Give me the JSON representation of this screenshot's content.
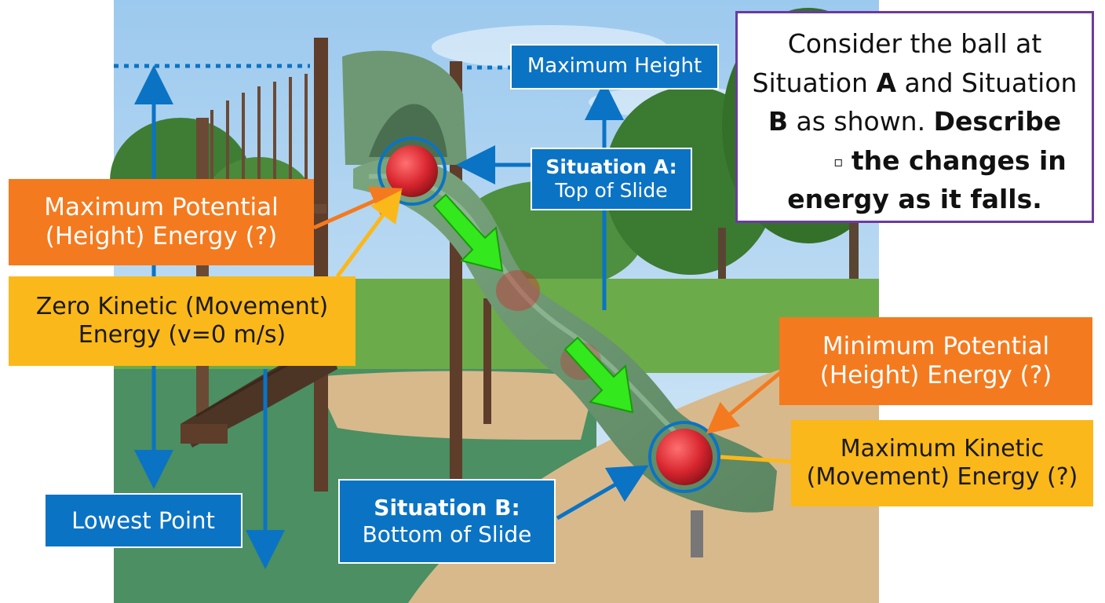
{
  "labels": {
    "max_height": "Maximum Height",
    "situation_a_title": "Situation A:",
    "situation_a_sub": "Top of Slide",
    "max_potential_l1": "Maximum Potential",
    "max_potential_l2": "(Height) Energy (?)",
    "zero_kinetic_l1": "Zero Kinetic (Movement)",
    "zero_kinetic_l2": "Energy (v=0 m/s)",
    "lowest_point": "Lowest Point",
    "situation_b_title": "Situation B:",
    "situation_b_sub": "Bottom of Slide",
    "min_potential_l1": "Minimum Potential",
    "min_potential_l2": "(Height) Energy (?)",
    "max_kinetic_l1": "Maximum Kinetic",
    "max_kinetic_l2": "(Movement) Energy (?)"
  },
  "question": {
    "line1": "Consider the ball at",
    "line2_pre": "Situation ",
    "line2_a": "A",
    "line2_post": " and Situation",
    "line3_b": "B",
    "line3_mid": " as shown. ",
    "line3_bold": "Describe",
    "line4_glyph": "▫",
    "line4_bold": "the changes in",
    "line5_bold": "energy as it falls."
  },
  "colors": {
    "potential": "#f47a1f",
    "kinetic": "#fbb81a",
    "situation": "#0b73c4",
    "motion_arrow": "#33e81c",
    "ball": "#d8262f",
    "question_border": "#6c3aa0"
  }
}
